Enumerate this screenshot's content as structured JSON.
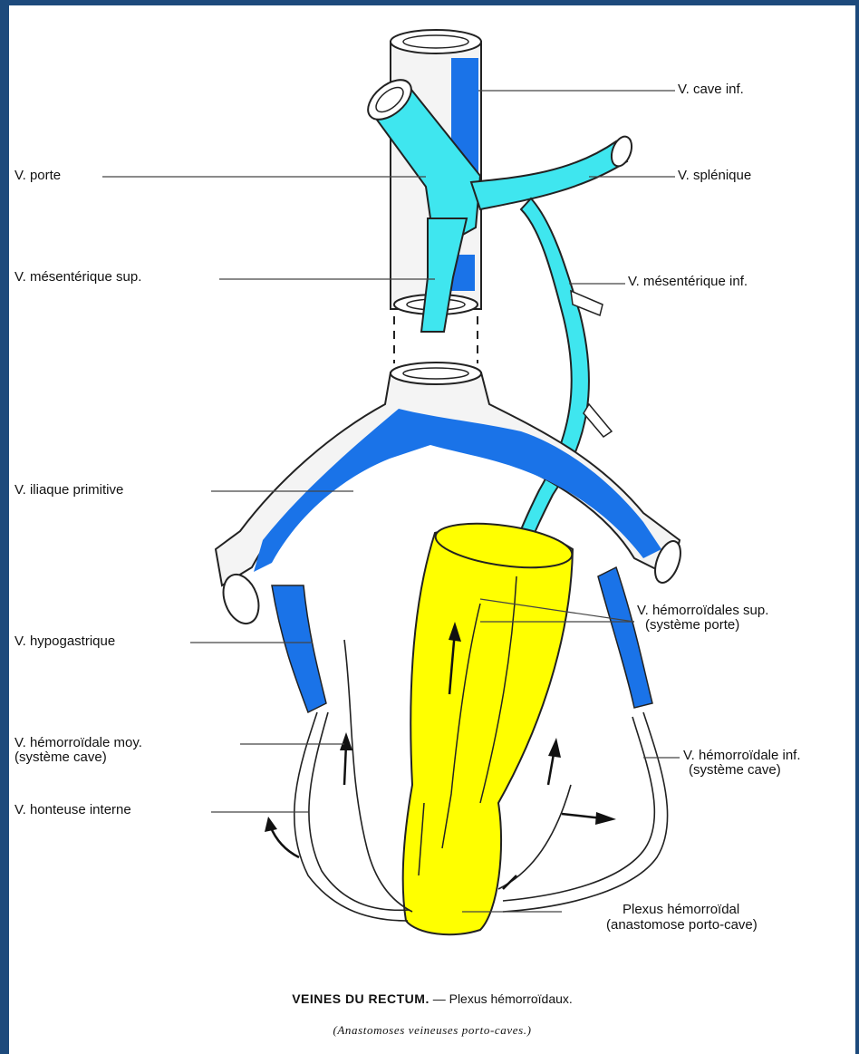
{
  "labels": {
    "v_cave_inf": "V. cave inf.",
    "v_porte": "V. porte",
    "v_splenique": "V. splénique",
    "v_mesenterique_sup": "V. mésentérique sup.",
    "v_mesenterique_inf": "V. mésentérique inf.",
    "v_iliaque_primitive": "V. iliaque primitive",
    "v_hypogastrique": "V. hypogastrique",
    "v_hemorroidales_sup": "V. hémorroïdales sup.",
    "v_hemorroidales_sup_sub": "(système porte)",
    "v_hemorroidale_moy": "V. hémorroïdale moy.",
    "v_hemorroidale_moy_sub": "(système cave)",
    "v_hemorroidale_inf": "V. hémorroïdale inf.",
    "v_hemorroidale_inf_sub": "(système cave)",
    "v_honteuse_interne": "V. honteuse interne",
    "plexus_hemorroidal": "Plexus hémorroïdal",
    "plexus_hemorroidal_sub": "(anastomose porto-cave)"
  },
  "caption": {
    "title": "VEINES DU RECTUM.",
    "separator": " — ",
    "subtitle": "Plexus hémorroïdaux.",
    "note": "(Anastomoses veineuses porto-caves.)"
  },
  "colors": {
    "page_border": "#1d4a7c",
    "caval_system": "#1a73e8",
    "portal_system": "#3fe6ef",
    "rectum": "#ffff00",
    "outline": "#222222",
    "leader": "#444444"
  }
}
